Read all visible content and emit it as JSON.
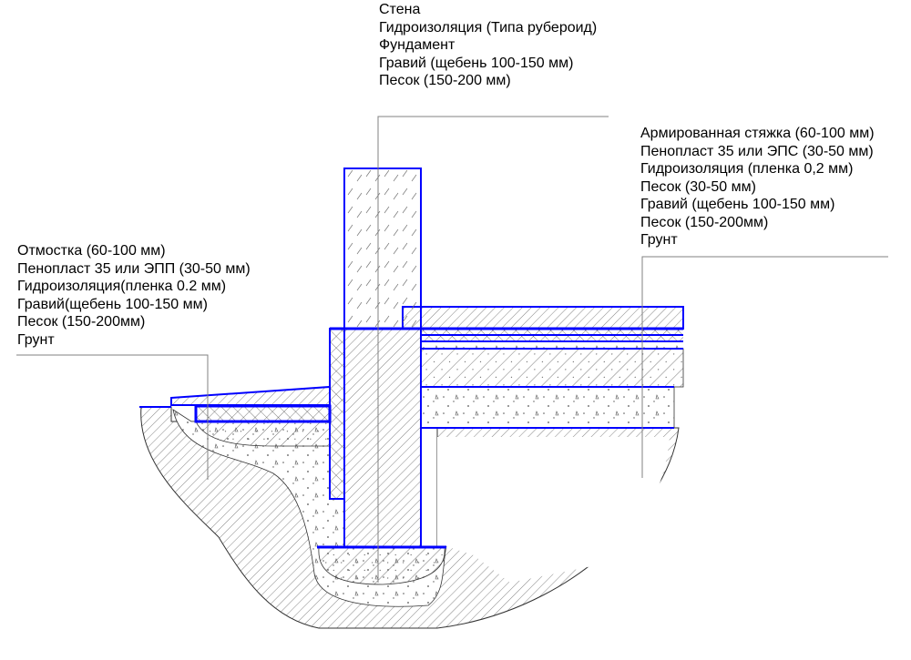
{
  "labels": {
    "top": [
      "Стена",
      "Гидроизоляция (Типа рубероид)",
      "Фундамент",
      "Гравий (щебень 100-150 мм)",
      "Песок (150-200 мм)"
    ],
    "right": [
      "Армированная стяжка (60-100 мм)",
      "Пенопласт 35 или ЭПС (30-50 мм)",
      "Гидроизоляция (пленка 0,2 мм)",
      "Песок (30-50 мм)",
      "Гравий (щебень 100-150 мм)",
      "Песок (150-200мм)",
      "Грунт"
    ],
    "left": [
      "Отмостка (60-100 мм)",
      "Пенопласт 35 или ЭПП (30-50 мм)",
      "Гидроизоляция(пленка 0.2 мм)",
      "Гравий(щебень 100-150 мм)",
      "Песок (150-200мм)",
      "Грунт"
    ]
  },
  "colors": {
    "waterproofing": "#0000ff",
    "leader": "#808080",
    "hatch": "#666666"
  }
}
